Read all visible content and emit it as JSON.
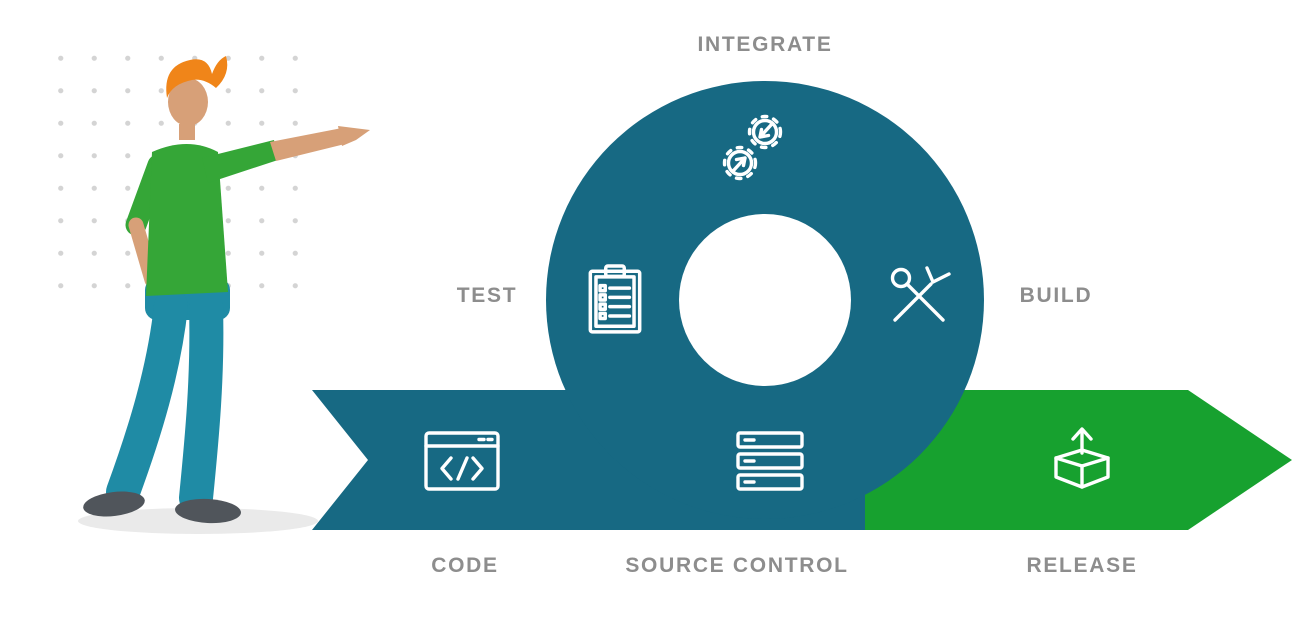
{
  "diagram": {
    "stages": [
      {
        "id": "integrate",
        "label": "INTEGRATE",
        "icon": "gears-icon"
      },
      {
        "id": "test",
        "label": "TEST",
        "icon": "clipboard-checklist-icon"
      },
      {
        "id": "build",
        "label": "BUILD",
        "icon": "crossed-tools-icon"
      },
      {
        "id": "code",
        "label": "CODE",
        "icon": "code-window-icon"
      },
      {
        "id": "source-control",
        "label": "SOURCE CONTROL",
        "icon": "server-stack-icon"
      },
      {
        "id": "release",
        "label": "RELEASE",
        "icon": "release-box-icon"
      }
    ],
    "colors": {
      "loop_teal": "#176983",
      "release_green": "#17a12f",
      "label_gray": "#8d8d8d",
      "icon_white": "#ffffff",
      "dot_gray": "#d4d4d4",
      "skin": "#d7a078",
      "hair_orange": "#f08519",
      "shirt_green": "#35a637",
      "pants_teal": "#1f8ba5",
      "shoe_gray": "#50555b",
      "shadow_gray": "#eaeaea"
    }
  }
}
